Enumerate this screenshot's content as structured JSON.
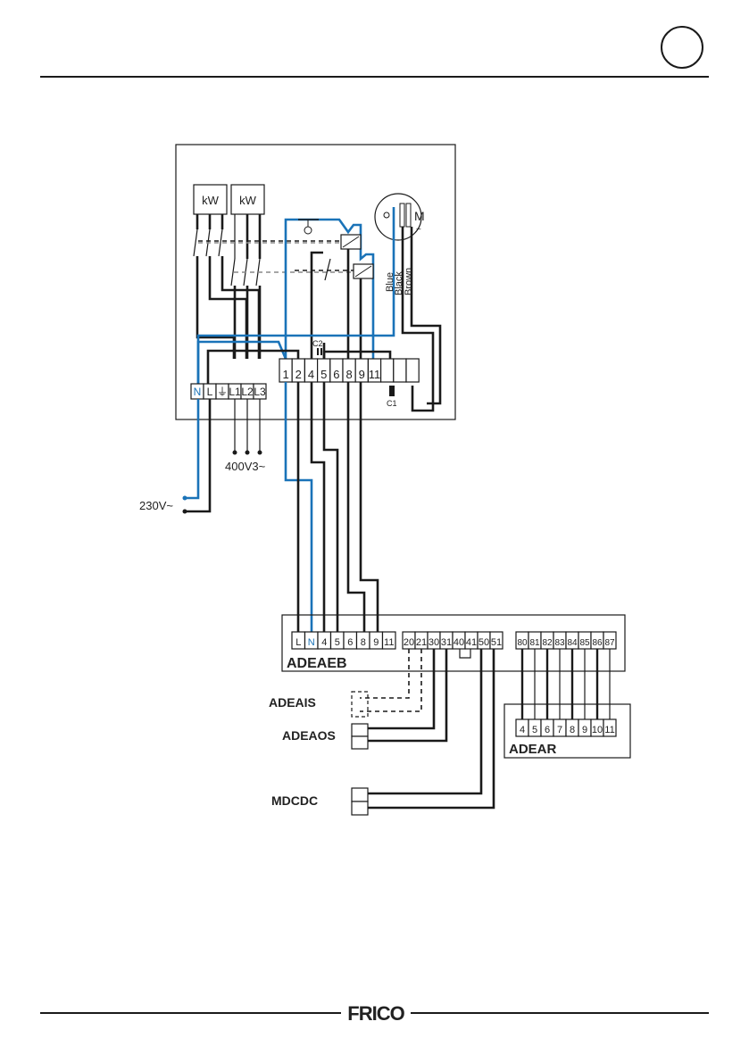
{
  "header": {
    "page_marker": ""
  },
  "heater_unit": {
    "heater_labels": [
      "kW",
      "kW"
    ],
    "motor_label": "M",
    "motor_symbol": "~",
    "wire_colors": [
      "Blue",
      "Black",
      "Brown"
    ],
    "capacitors": [
      "C2",
      "C1"
    ],
    "supply_terminals": [
      "N",
      "L",
      "⏚",
      "L1",
      "L2",
      "L3"
    ],
    "control_terminals": [
      "1",
      "2",
      "4",
      "5",
      "6",
      "8",
      "9",
      "11",
      "",
      "",
      ""
    ]
  },
  "supplies": {
    "three_phase": "400V3~",
    "single_phase": "230V~"
  },
  "adeaeb": {
    "label": "ADEAEB",
    "terminals_a": [
      "L",
      "N",
      "4",
      "5",
      "6",
      "8",
      "9",
      "11"
    ],
    "terminals_b": [
      "20",
      "21",
      "30",
      "31",
      "40",
      "41",
      "50",
      "51"
    ],
    "terminals_c": [
      "80",
      "81",
      "82",
      "83",
      "84",
      "85",
      "86",
      "87"
    ]
  },
  "adear": {
    "label": "ADEAR",
    "terminals": [
      "4",
      "5",
      "6",
      "7",
      "8",
      "9",
      "10",
      "11"
    ]
  },
  "accessories": [
    {
      "label": "ADEAIS",
      "optional": true
    },
    {
      "label": "ADEAOS",
      "optional": false
    },
    {
      "label": "MDCDC",
      "optional": false
    }
  ],
  "footer": {
    "logo": "FRICO"
  }
}
